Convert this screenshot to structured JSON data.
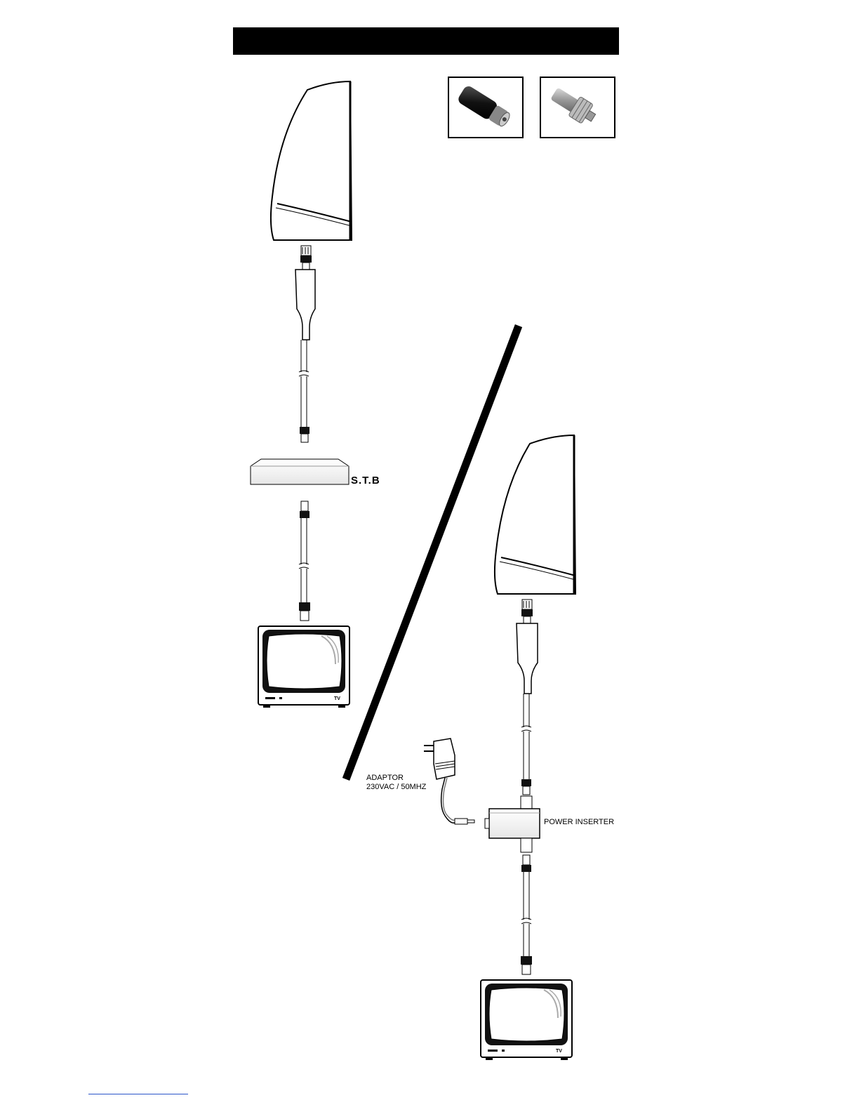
{
  "header": {
    "title": ""
  },
  "labels": {
    "stb": "S.T.B",
    "adaptor_line1": "ADAPTOR",
    "adaptor_line2": "230VAC / 50MHZ",
    "power_inserter": "POWER INSERTER",
    "tv_mark": "TV"
  },
  "connectors": [
    {
      "name": "iec-plug",
      "color": "#2a2a2a"
    },
    {
      "name": "f-connector",
      "color": "#9a9a9a"
    }
  ],
  "colors": {
    "ink": "#000000",
    "link": "#2a55c8"
  }
}
